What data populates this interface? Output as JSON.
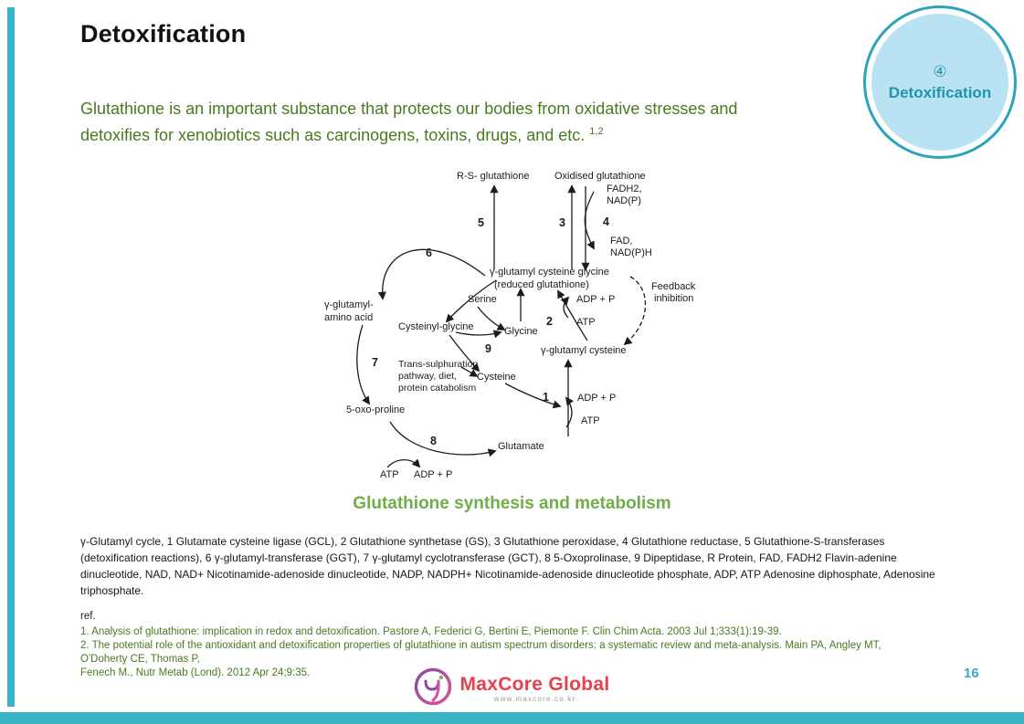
{
  "slide": {
    "title": "Detoxification",
    "page_number": "16"
  },
  "badge": {
    "number": "④",
    "label": "Detoxification"
  },
  "intro": {
    "text": "Glutathione is an important substance that protects our bodies from oxidative stresses and detoxifies for xenobiotics such as carcinogens, toxins, drugs, and etc. ",
    "superscript": "1,2"
  },
  "diagram": {
    "caption_title": "Glutathione synthesis and metabolism",
    "labels": {
      "rs_glutathione": "R-S- glutathione",
      "oxidised_glutathione": "Oxidised glutathione",
      "fadh2": "FADH2,",
      "nadp": "NAD(P)",
      "fad": "FAD,",
      "nadph": "NAD(P)H",
      "reduced_glutathione_line1": "γ-glutamyl cysteine glycine",
      "reduced_glutathione_line2": "(reduced glutathione)",
      "feedback_line1": "Feedback",
      "feedback_line2": "inhibition",
      "serine": "Serine",
      "adp_p_upper": "ADP + P",
      "atp_upper": "ATP",
      "gamma_glutamyl_amino_acid_line1": "γ-glutamyl-",
      "gamma_glutamyl_amino_acid_line2": "amino acid",
      "cysteinyl_glycine": "Cysteinyl-glycine",
      "glycine": "Glycine",
      "gamma_glutamyl_cysteine": "γ-glutamyl cysteine",
      "trans_line1": "Trans-sulphuration",
      "trans_line2": "pathway, diet,",
      "trans_line3": "protein catabolism",
      "cysteine": "Cysteine",
      "adp_p_mid": "ADP + P",
      "atp_mid": "ATP",
      "five_oxo_proline": "5-oxo-proline",
      "glutamate": "Glutamate",
      "atp_bottom": "ATP",
      "adp_p_bottom": "ADP + P",
      "n1": "1",
      "n2": "2",
      "n3": "3",
      "n4": "4",
      "n5": "5",
      "n6": "6",
      "n7": "7",
      "n8": "8",
      "n9": "9"
    }
  },
  "caption": {
    "text": "γ-Glutamyl cycle, 1 Glutamate cysteine ligase (GCL), 2 Glutathione synthetase (GS), 3 Glutathione peroxidase, 4 Glutathione reductase, 5 Glutathione-S-transferases (detoxification reactions), 6 γ-glutamyl-transferase (GGT), 7 γ-glutamyl cyclotransferase (GCT), 8 5-Oxoprolinase, 9 Dipeptidase, R Protein, FAD, FADH2 Flavin-adenine dinucleotide, NAD, NAD+ Nicotinamide-adenoside dinucleotide, NADP, NADPH+ Nicotinamide-adenoside dinucleotide phosphate, ADP, ATP Adenosine diphosphate, Adenosine triphosphate."
  },
  "references": {
    "heading": "ref.",
    "lines": [
      "1. Analysis of glutathione: implication in redox and detoxification. Pastore A, Federici G, Bertini E, Piemonte F. Clin Chim Acta. 2003 Jul 1;333(1):19-39.",
      "2. The potential role of the antioxidant and detoxification properties of glutathione in autism spectrum disorders: a systematic review and meta-analysis. Main PA, Angley MT,",
      "O'Doherty CE, Thomas P,",
      "Fenech M., Nutr Metab (Lond). 2012 Apr 24;9:35."
    ]
  },
  "footer": {
    "brand": "MaxCore Global",
    "website": "www.maxcore.co.kr"
  },
  "colors": {
    "accent_teal": "#3ab2c6",
    "badge_fill": "#b9e2f2",
    "badge_text": "#1f95ad",
    "green_text": "#4a7a1f",
    "heading_green": "#6fae49",
    "brand_red": "#e8404c"
  }
}
